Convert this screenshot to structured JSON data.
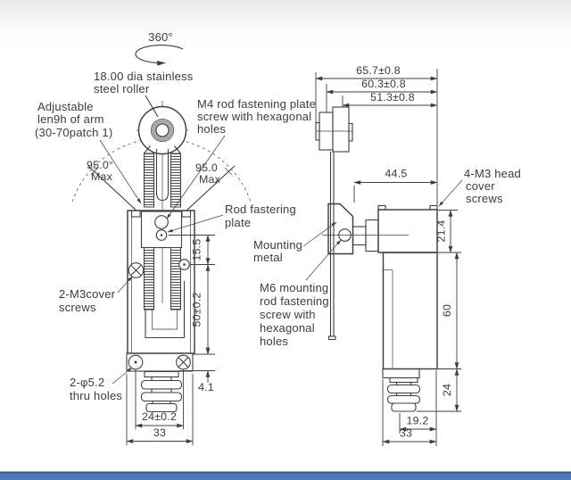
{
  "front": {
    "rotation": "360°",
    "roller_l1": "18.00 dia stainless",
    "roller_l2": "steel roller",
    "arm_l1": "Adjustable",
    "arm_l2": "len9h of arm",
    "arm_l3": "(30-70patch 1)",
    "m4_l1": "M4 rod fastening plate",
    "m4_l2": "screw with hexagonal",
    "m4_l3": "holes",
    "angle_left": "95.0°",
    "angle_left_max": "Max",
    "angle_right": "95.0",
    "angle_right_max": "Max",
    "plate_l1": "Rod fastering",
    "plate_l2": "plate",
    "cover_l1": "2-M3cover",
    "cover_l2": "screws",
    "thru_l1": "2-φ5.2",
    "thru_l2": "thru holes",
    "dim_plate": "15.5",
    "dim_body": "50±0.2",
    "dim_foot": "4.1",
    "dim_holes": "24±0.2",
    "dim_width": "33"
  },
  "side": {
    "dim_roller": "65.7±0.8",
    "dim_mid": "60.3±0.8",
    "dim_inner": "51.3±0.8",
    "dim_reach": "44.5",
    "dim_head": "21.4",
    "dim_body": "60",
    "dim_foot": "24",
    "dim_conduit": "19.2",
    "dim_width": "33",
    "m3_l1": "4-M3 head",
    "m3_l2": "cover",
    "m3_l3": "screws",
    "mount_l1": "Mounting",
    "mount_l2": "metal",
    "m6_l1": "M6 mounting",
    "m6_l2": "rod fastening",
    "m6_l3": "screw with",
    "m6_l4": "hexagonal",
    "m6_l5": "holes"
  },
  "colors": {
    "line": "#3f3f3f",
    "roller_ring": "#a9a9a9",
    "footer_bar": "#4a79b8",
    "footer_edge": "#2d5a9e"
  }
}
